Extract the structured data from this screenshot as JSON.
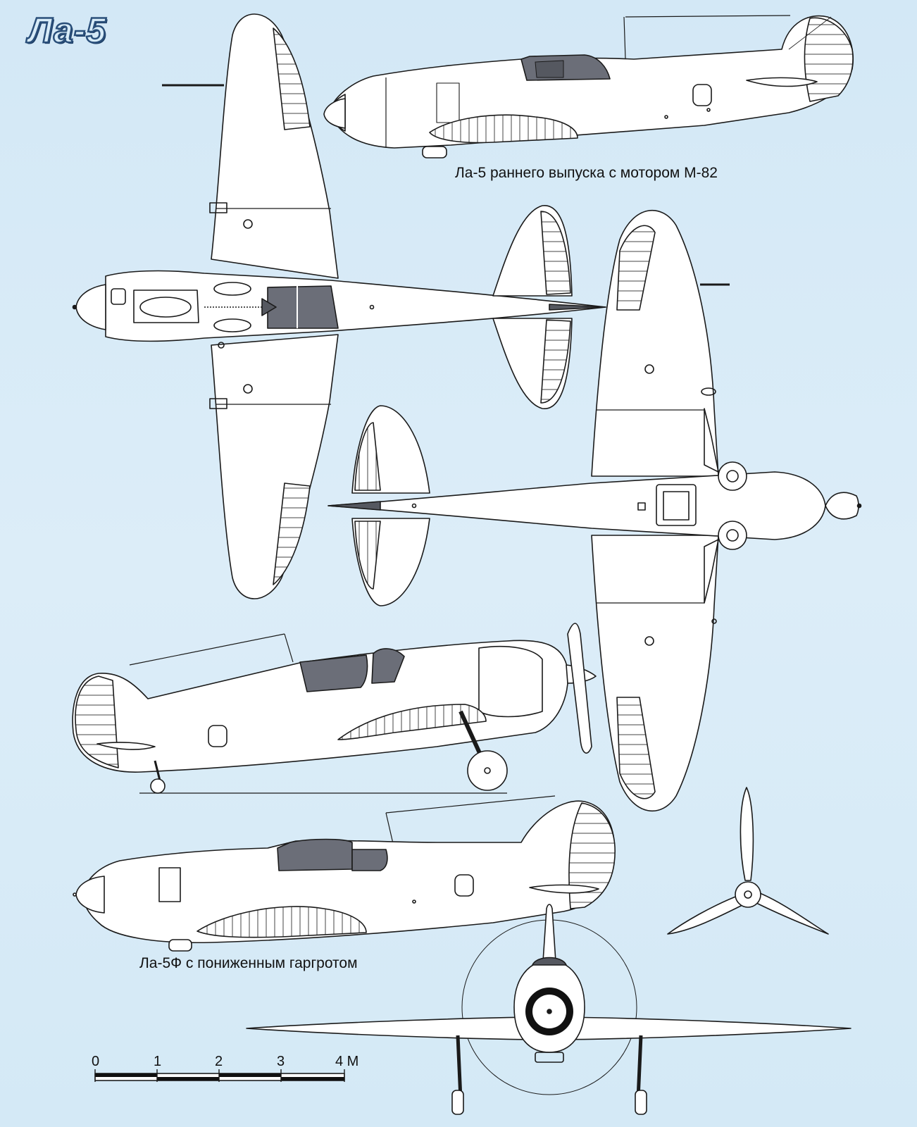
{
  "title": "Ла-5",
  "captions": {
    "early": "Ла-5 раннего выпуска с мотором М-82",
    "f": "Ла-5Ф с пониженным гаргротом"
  },
  "scale": {
    "labels": [
      "0",
      "1",
      "2",
      "3",
      "4 М"
    ],
    "unit_meters": 1
  },
  "colors": {
    "background": "#d6eaf6",
    "airframe": "#ffffff",
    "outline": "#1a1a1a",
    "canopy_glass": "#6b6e78",
    "roundel_dark": "#111111",
    "title_outline": "#2a4f7a"
  },
  "views": [
    "side-view-early",
    "top-view",
    "bottom-view",
    "side-view-gear-down",
    "side-view-la5f",
    "propeller-front",
    "front-view"
  ]
}
